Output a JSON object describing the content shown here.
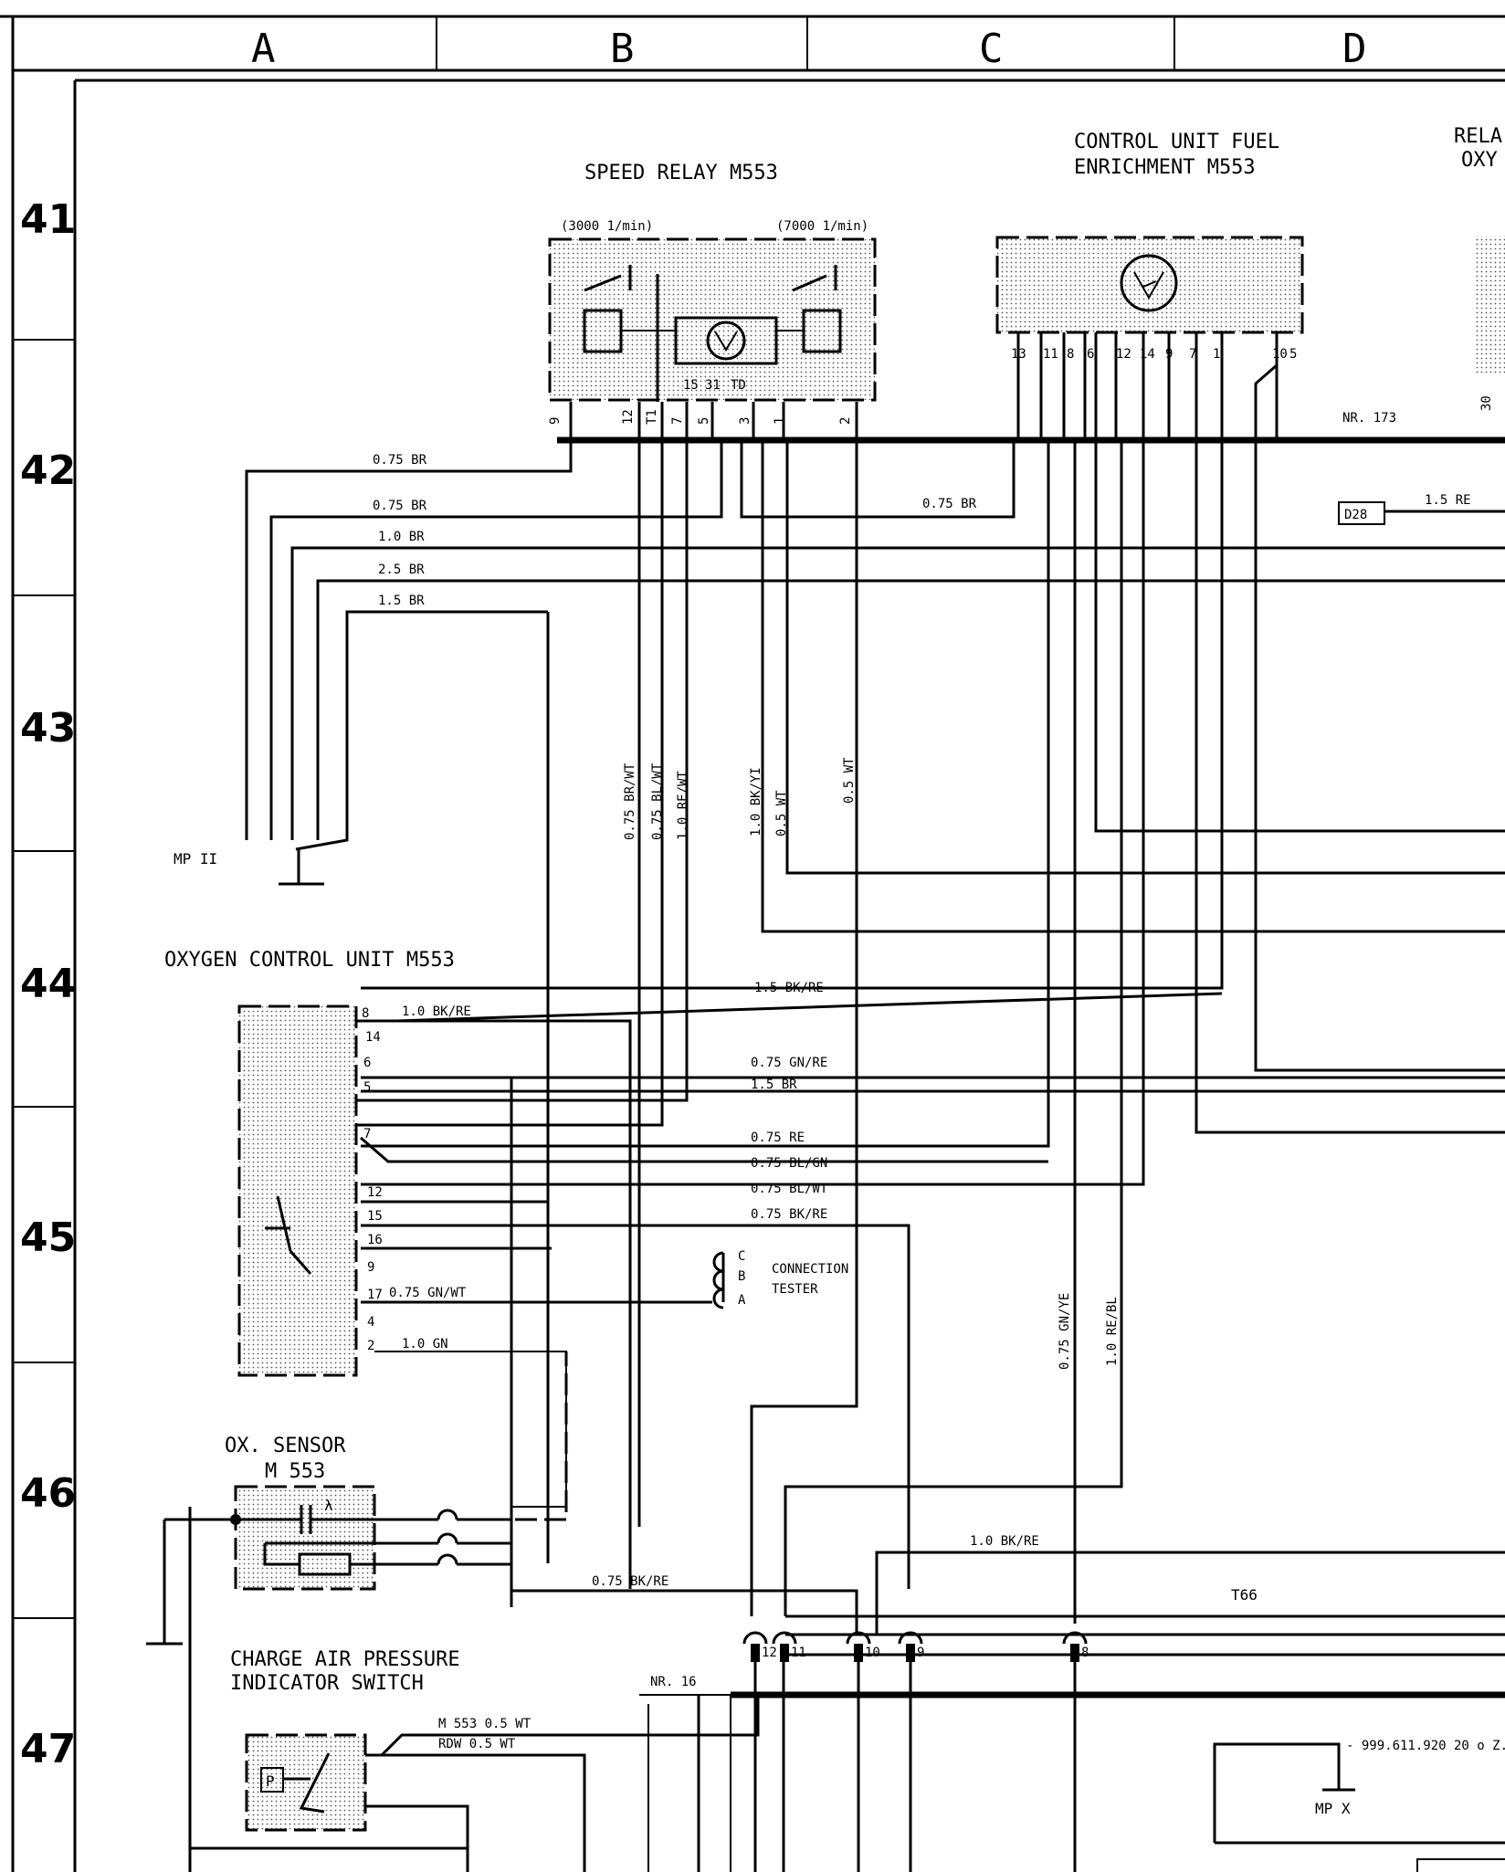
{
  "columns": [
    "A",
    "B",
    "C",
    "D"
  ],
  "rows": [
    "41",
    "42",
    "43",
    "44",
    "45",
    "46",
    "47"
  ],
  "components": {
    "speed_relay": {
      "title": "SPEED RELAY M553",
      "left_speed": "(3000 1/min)",
      "right_speed": "(7000 1/min)",
      "inner_pins": [
        "15",
        "31",
        "TD"
      ],
      "pins": [
        "9",
        "12",
        "T1",
        "7",
        "5",
        "3",
        "1",
        "2"
      ]
    },
    "fuel_enrichment": {
      "title_line1": "CONTROL UNIT FUEL",
      "title_line2": "ENRICHMENT  M553",
      "pins": [
        "13",
        "11",
        "8",
        "6",
        "12",
        "14",
        "9",
        "7",
        "1",
        "10",
        "5"
      ]
    },
    "relay_oxygen": {
      "title_line1": "RELA",
      "title_line2": "OXY",
      "pin": "30"
    },
    "oxygen_control": {
      "title": "OXYGEN CONTROL UNIT M553",
      "pins": [
        "8",
        "14",
        "6",
        "5",
        "7",
        "12",
        "15",
        "16",
        "9",
        "17",
        "4",
        "2"
      ]
    },
    "ox_sensor": {
      "title_line1": "OX. SENSOR",
      "title_line2": "M 553",
      "symbol": "λ"
    },
    "charge_air": {
      "title_line1": "CHARGE  AIR PRESSURE",
      "title_line2": "INDICATOR SWITCH",
      "symbol": "P"
    },
    "connection_tester": {
      "line1": "CONNECTION",
      "line2": "TESTER",
      "pins": [
        "C",
        "B",
        "A"
      ]
    }
  },
  "ground_points": {
    "mp2": "MP II",
    "mpx": "MP X"
  },
  "connectors": {
    "nr173": "NR. 173",
    "nr16": "NR. 16",
    "t66": "T66",
    "d28": "D28"
  },
  "plug_pins": [
    "12",
    "11",
    "10",
    "9",
    "8"
  ],
  "part_number": "- 999.611.920 20 o Z.",
  "wire_labels": {
    "w1": "0.75 BR",
    "w2": "0.75 BR",
    "w3": "1.0 BR",
    "w4": "2.5 BR",
    "w5": "1.5 BR",
    "w6": "0.75 BR",
    "w7": "1.5 RE",
    "v1": "0.75 BR/WT",
    "v2": "0.75 BL/WT",
    "v3": "1.0 RE/WT",
    "v4": "1.0 BK/YI",
    "v5": "0.5 WT",
    "v6": "0.5 WT",
    "h1": "1.5 BK/RE",
    "h2": "1.0 BK/RE",
    "h3": "0.75 GN/RE",
    "h4": "1.5 BR",
    "h5": "0.75 RE",
    "h6": "0.75 BL/GN",
    "h7": "0.75 BL/WT",
    "h8": "0.75 BK/RE",
    "h9": "0.75 GN/WT",
    "h10": "1.0 GN",
    "v7": "0.75 GN/YE",
    "v8": "1.0 RE/BL",
    "h11": "1.0 BK/RE",
    "h12": "0.75 BK/RE",
    "h13": "M 553  0.5 WT",
    "h14": "RDW   0.5 WT"
  }
}
